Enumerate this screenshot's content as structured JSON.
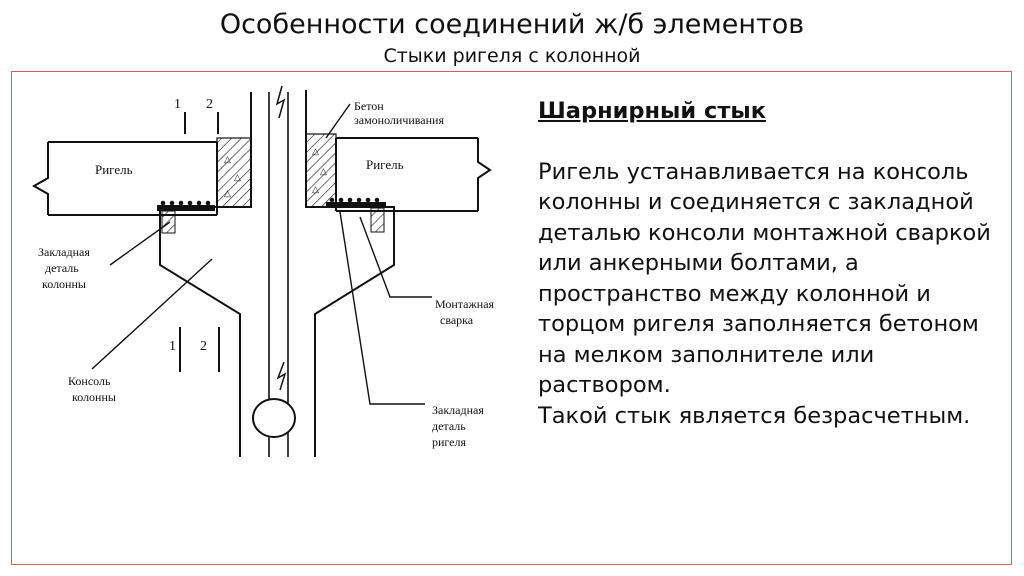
{
  "slide": {
    "title": "Особенности соединений ж/б элементов",
    "subtitle": "Стыки ригеля с колонной"
  },
  "drawing": {
    "labels": {
      "section_1_top": "1",
      "section_2_top": "2",
      "section_1_bottom": "1",
      "section_2_bottom": "2",
      "beam_left": "Ригель",
      "beam_right": "Ригель",
      "grout_line1": "Бетон",
      "grout_line2": "замоноличивания",
      "column_plate_line1": "Закладная",
      "column_plate_line2": "деталь",
      "column_plate_line3": "колонны",
      "welding_line1": "Монтажная",
      "welding_line2": "сварка",
      "console_line1": "Консоль",
      "console_line2": "колонны",
      "beam_plate_line1": "Закладная",
      "beam_plate_line2": "деталь",
      "beam_plate_line3": "ригеля"
    }
  },
  "text": {
    "heading": "Шарнирный стык",
    "paragraph1": "Ригель устанавливается на консоль колонны и соединяется с закладной деталью консоли монтажной сваркой или анкерными болтами, а пространство между колонной и торцом ригеля заполняется бетоном на мелком заполнителе или раствором.",
    "paragraph2": "Такой стык является безрасчетным."
  }
}
